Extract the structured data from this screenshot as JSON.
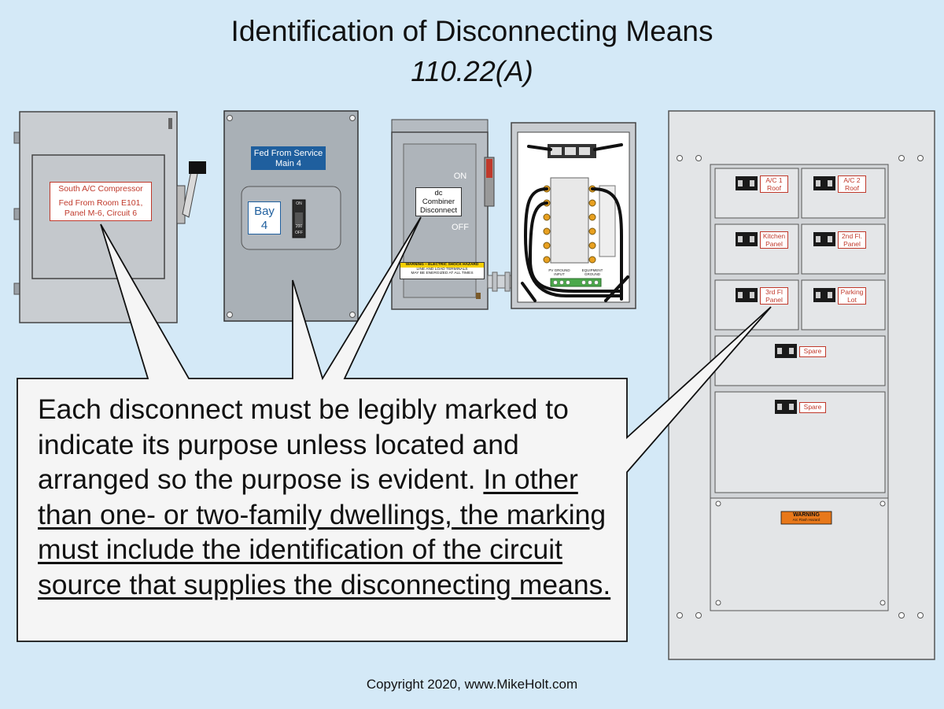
{
  "title": "Identification of Disconnecting Means",
  "subtitle": "110.22(A)",
  "callout": {
    "plain": "Each disconnect must be legibly marked to indicate its purpose unless located and arranged so the purpose is evident. ",
    "underlined": "In other than one- or two-family dwellings, the marking must include the identification of the circuit source that supplies the disconnecting means."
  },
  "copyright": "Copyright 2020, www.MikeHolt.com",
  "disconnect1": {
    "line1": "South A/C Compressor",
    "line2": "Fed From Room E101,",
    "line3": "Panel M-6, Circuit 6"
  },
  "disconnect2": {
    "feed_line1": "Fed From Service",
    "feed_line2": "Main 4",
    "bay_line1": "Bay",
    "bay_line2": "4",
    "switch_on": "ON",
    "switch_rating": "200",
    "switch_off": "OFF"
  },
  "disconnect3": {
    "line1": "dc",
    "line2": "Combiner",
    "line3": "Disconnect",
    "on": "ON",
    "off": "OFF",
    "warning_title": "WARNING – ELECTRIC SHOCK HAZARD",
    "warning_line1": "LINE AND LOAD TERMINALS",
    "warning_line2": "MAY BE ENERGIZED AT ALL TIMES"
  },
  "combiner": {
    "pv_ground_1": "PV GROUND",
    "pv_ground_2": "INPUT",
    "equip_ground_1": "EQUIPMENT",
    "equip_ground_2": "GROUND"
  },
  "panel": {
    "breakers": [
      {
        "l1": "A/C 1",
        "l2": "Roof"
      },
      {
        "l1": "A/C 2",
        "l2": "Roof"
      },
      {
        "l1": "Kitchen",
        "l2": "Panel"
      },
      {
        "l1": "2nd Fl.",
        "l2": "Panel"
      },
      {
        "l1": "3rd Fl",
        "l2": "Panel"
      },
      {
        "l1": "Parking",
        "l2": "Lot"
      },
      {
        "l1": "Spare",
        "l2": ""
      },
      {
        "l1": "Spare",
        "l2": ""
      }
    ],
    "warning_title": "WARNING",
    "warning_sub": "Arc Flash Hazard"
  },
  "colors": {
    "background": "#d4e9f7",
    "enclosure_gray": "#c4c8cc",
    "panel_gray": "#e2e4e6",
    "label_red": "#c0392b",
    "feed_label_blue": "#1f5f9e",
    "warning_orange": "#e8781a"
  }
}
